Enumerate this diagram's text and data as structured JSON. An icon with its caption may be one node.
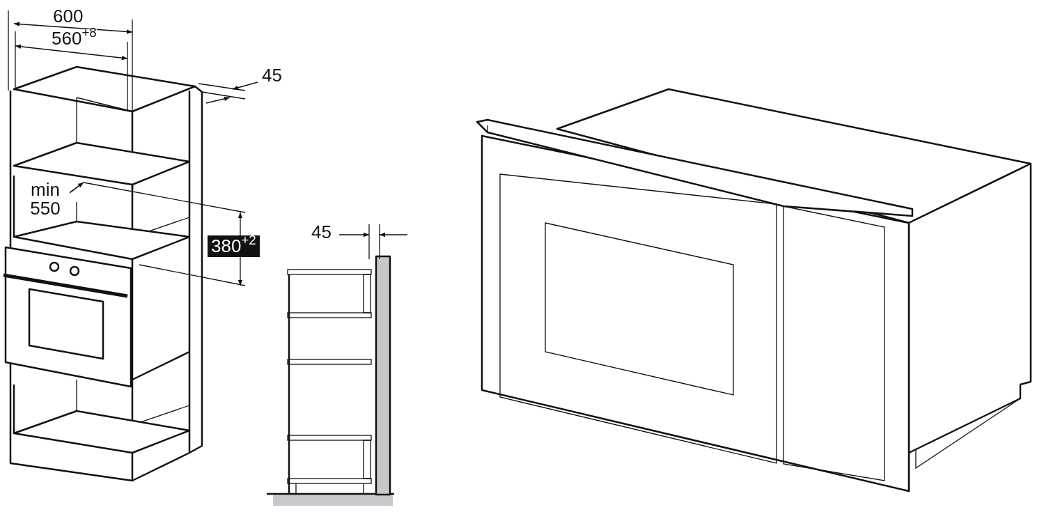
{
  "diagram": {
    "labels": [
      "600",
      "560$^{+8}$",
      "45",
      "min 550",
      "380$^{+2}$",
      "45"
    ]
  }
}
